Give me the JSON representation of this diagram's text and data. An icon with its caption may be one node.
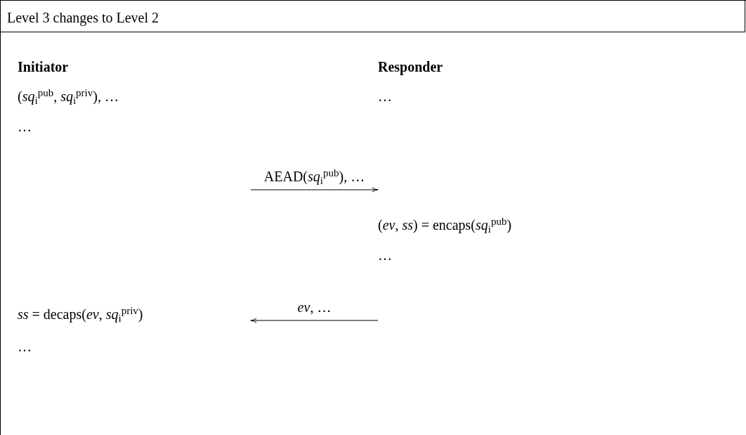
{
  "diagram": {
    "title": "Level 3 changes to Level 2",
    "nodes": [
      {
        "text": [
          "Initiator",
          "(*sq*$_{i}$$^{pub}$, *sq*$_{i}$$^{priv}$), …",
          "…",
          "*ss* = decaps(*ev*, *sq*$_{i}$$^{priv}$)",
          "…"
        ]
      },
      {
        "text": [
          "Responder",
          "…",
          "(*ev*, *ss*) = encaps(*sq*$_{i}$$^{pub}$)",
          "…"
        ]
      }
    ],
    "edges": [
      {
        "from": 0,
        "to": 1,
        "arrow": "to",
        "label": "AEAD(*sq*$_{i}$$^{pub}$), …"
      },
      {
        "from": 1,
        "to": 0,
        "arrow": "to",
        "label": "*ev*, …"
      }
    ]
  }
}
